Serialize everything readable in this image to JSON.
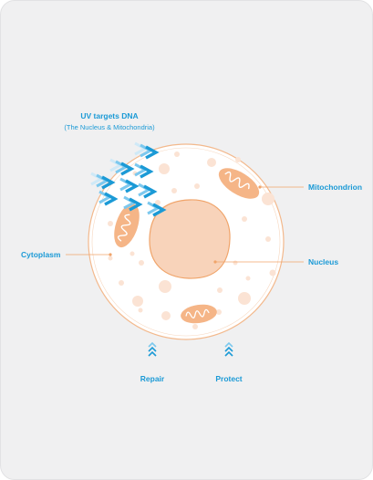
{
  "title": {
    "line1": "UV targets DNA",
    "line2": "(The Nucleus & Mitochondria)"
  },
  "labels": {
    "mitochondrion": "Mitochondrion",
    "cytoplasm": "Cytoplasm",
    "nucleus": "Nucleus",
    "repair": "Repair",
    "protect": "Protect"
  },
  "colors": {
    "accent_blue": "#1b9ad6",
    "light_blue": "#7cc8ee",
    "orange": "#f0a46a",
    "orange_fill": "#f7d4bb",
    "background": "#f0f0f1"
  },
  "icons": {
    "uv_rays": "chevron-arrow-icon",
    "repair_arrows": "triple-chevron-up-icon",
    "protect_arrows": "triple-chevron-up-icon"
  }
}
